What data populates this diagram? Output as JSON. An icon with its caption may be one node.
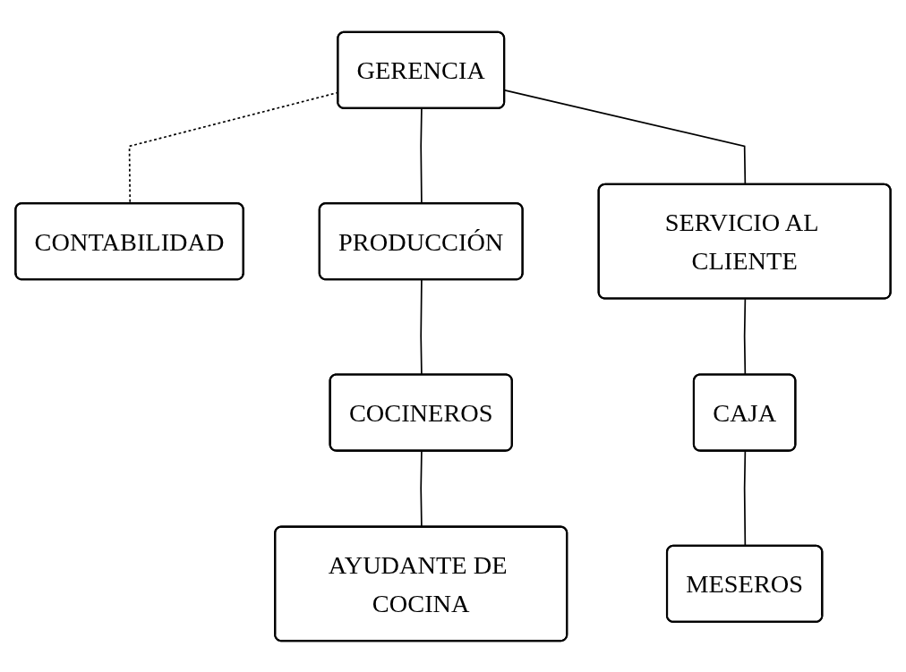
{
  "diagram": {
    "nodes": [
      {
        "text": [
          "GERENCIA"
        ]
      },
      {
        "text": [
          "CONTABILIDAD"
        ]
      },
      {
        "text": [
          "PRODUCCIÓN"
        ]
      },
      {
        "text": [
          "SERVICIO AL CLIENTE"
        ]
      },
      {
        "text": [
          "COCINEROS"
        ]
      },
      {
        "text": [
          "CAJA"
        ]
      },
      {
        "text": [
          "AYUDANTE DE COCINA"
        ]
      },
      {
        "text": [
          "MESEROS"
        ]
      }
    ],
    "edges": [
      {
        "from": 0,
        "to": 1,
        "arrow": "none",
        "style": "dashed"
      },
      {
        "from": 0,
        "to": 2,
        "arrow": "none"
      },
      {
        "from": 0,
        "to": 3,
        "arrow": "none"
      },
      {
        "from": 2,
        "to": 4,
        "arrow": "none"
      },
      {
        "from": 4,
        "to": 6,
        "arrow": "none"
      },
      {
        "from": 3,
        "to": 5,
        "arrow": "none"
      },
      {
        "from": 5,
        "to": 7,
        "arrow": "none"
      }
    ]
  }
}
